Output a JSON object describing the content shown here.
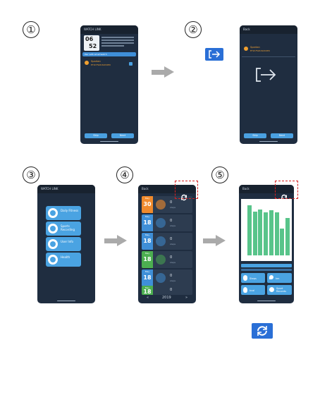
{
  "steps": [
    "①",
    "②",
    "③",
    "④",
    "⑤"
  ],
  "screen1": {
    "title": "WATCH LINK",
    "clock_hours": "06",
    "clock_minutes": "52",
    "highlight_bar": "Pair with smartwatch",
    "device_name": "Spartan",
    "device_id": "ETW-FWZ-W4V0E0",
    "buttons": [
      "Skip",
      "Next"
    ]
  },
  "screen2": {
    "title": "Back",
    "device_name": "Spartan",
    "device_id": "ETW-FWZ-W4V0E0",
    "buttons": [
      "Skip",
      "Next"
    ]
  },
  "screen3": {
    "title": "WATCH LINK",
    "menu": [
      {
        "label": "Daily Fitness",
        "icon": "fitness-icon"
      },
      {
        "label": "Sports Recording",
        "icon": "run-icon"
      },
      {
        "label": "User Info",
        "icon": "user-icon"
      },
      {
        "label": "Health",
        "icon": "heart-icon"
      }
    ]
  },
  "screen4": {
    "title": "Back",
    "rows": [
      {
        "month": "May",
        "day": "30",
        "value": "0",
        "unit": "steps",
        "color": "#f08a2c"
      },
      {
        "month": "May",
        "day": "18",
        "value": "0",
        "unit": "steps",
        "color": "#3f8fd8"
      },
      {
        "month": "May",
        "day": "18",
        "value": "0",
        "unit": "steps",
        "color": "#3f8fd8"
      },
      {
        "month": "May",
        "day": "18",
        "value": "0",
        "unit": "steps",
        "color": "#4caf50"
      },
      {
        "month": "May",
        "day": "18",
        "value": "0",
        "unit": "steps",
        "color": "#3f8fd8"
      },
      {
        "month": "May",
        "day": "18",
        "value": "0",
        "unit": "steps",
        "color": "#4caf50"
      }
    ],
    "pager": "2019",
    "pager_prev": "«",
    "pager_next": "»"
  },
  "screen5": {
    "title": "Back",
    "bars": [
      0.93,
      0.82,
      0.86,
      0.8,
      0.84,
      0.8,
      0.5,
      0.7
    ],
    "tiles": [
      {
        "label": "Steps",
        "icon": "footprint-icon"
      },
      {
        "label": "km",
        "icon": "pin-icon"
      },
      {
        "label": "kcal",
        "icon": "flame-icon"
      },
      {
        "label": "Sport Records",
        "icon": "record-icon"
      }
    ]
  },
  "colors": {
    "screen_bg": "#1f2d40",
    "accent_blue": "#2a6fd6",
    "highlight_red": "#d62020",
    "chart_green": "#58c48a",
    "arrow_gray": "#aaaaaa"
  }
}
